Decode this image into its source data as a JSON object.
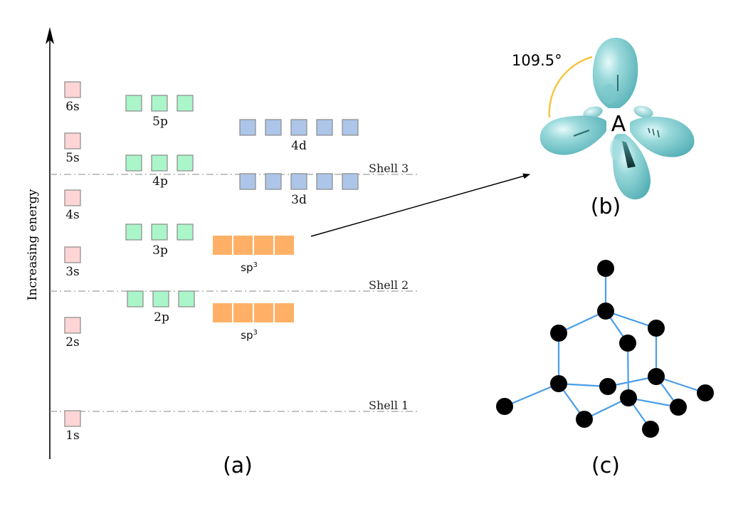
{
  "panel_a": {
    "caption": "(a)",
    "axis_label": "Increasing energy",
    "colors": {
      "s": "#ffd5d5",
      "p": "#aaf5c9",
      "d": "#adc5e8",
      "sp3": "#ffb066",
      "box_border": "#8a8a8a",
      "shell_line": "#a0a0a0"
    },
    "shells": [
      {
        "label": "Shell 3"
      },
      {
        "label": "Shell 2"
      },
      {
        "label": "Shell 1"
      }
    ],
    "s_orbitals": [
      {
        "label": "6s"
      },
      {
        "label": "5s"
      },
      {
        "label": "4s"
      },
      {
        "label": "3s"
      },
      {
        "label": "2s"
      },
      {
        "label": "1s"
      }
    ],
    "p_orbitals": [
      {
        "label": "5p",
        "boxes": 3
      },
      {
        "label": "4p",
        "boxes": 3
      },
      {
        "label": "3p",
        "boxes": 3
      },
      {
        "label": "2p",
        "boxes": 3
      }
    ],
    "d_orbitals": [
      {
        "label": "4d",
        "boxes": 5
      },
      {
        "label": "3d",
        "boxes": 5
      }
    ],
    "hybrid_orbitals": [
      {
        "label": "sp",
        "superscript": "3",
        "boxes": 4
      },
      {
        "label": "sp",
        "superscript": "3",
        "boxes": 4
      }
    ]
  },
  "panel_b": {
    "caption": "(b)",
    "angle_label": "109.5°",
    "center_atom": "A",
    "colors": {
      "lobe": "#6cc2c6",
      "lobe_light": "#d8f3f3",
      "lobe_dark": "#4aa5ab",
      "angle_arc": "#f5c542"
    }
  },
  "panel_c": {
    "caption": "(c)",
    "colors": {
      "atom": "#000000",
      "bond": "#4a9de8"
    },
    "atoms": 14,
    "bonds": 16
  }
}
